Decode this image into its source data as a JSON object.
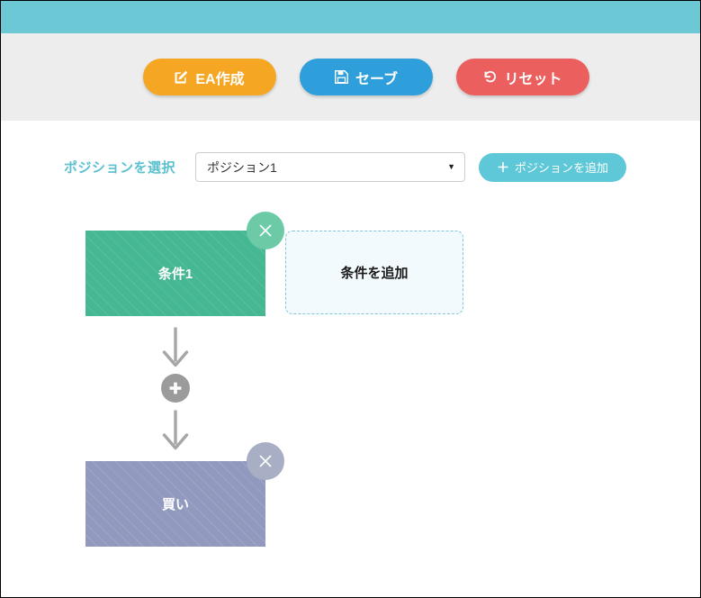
{
  "window": {
    "brand_bar_color": "#6CC8D5",
    "toolbar_bg_color": "#EDEDED",
    "canvas_bg_color": "#FFFFFF"
  },
  "toolbar": {
    "buttons": [
      {
        "label": "EA作成",
        "icon": "edit-square-icon",
        "color": "#F5A623"
      },
      {
        "label": "セーブ",
        "icon": "floppy-disk-icon",
        "color": "#2E9FDA"
      },
      {
        "label": "リセット",
        "icon": "undo-rotate-icon",
        "color": "#EC5F5F"
      }
    ]
  },
  "position_row": {
    "label": "ポジションを選択",
    "label_color": "#5BC0D0",
    "select": {
      "value": "ポジション1",
      "caret_icon": "chevron-down-icon",
      "options": [
        "ポジション1"
      ]
    },
    "add_button": {
      "label": "ポジションを追加",
      "plus": "＋",
      "icon": "plus-icon",
      "color": "#5FC8D8"
    }
  },
  "flow": {
    "condition_block": {
      "label": "条件1",
      "color": "#46B793",
      "close_icon": "close-x-icon",
      "close_color": "#6CCBA6"
    },
    "add_condition": {
      "label": "条件を追加",
      "border_color": "#7FC5DC",
      "bg_color": "#F3FAFD"
    },
    "connector": {
      "arrow_icon": "arrow-down-icon",
      "plus_icon": "plus-circle-icon",
      "arrow_color": "#A6A6A6",
      "plus_color": "#9B9B9B"
    },
    "order_block": {
      "label": "買い",
      "color": "#9299BF",
      "close_icon": "close-x-icon",
      "close_color": "#A8AEC4"
    }
  }
}
